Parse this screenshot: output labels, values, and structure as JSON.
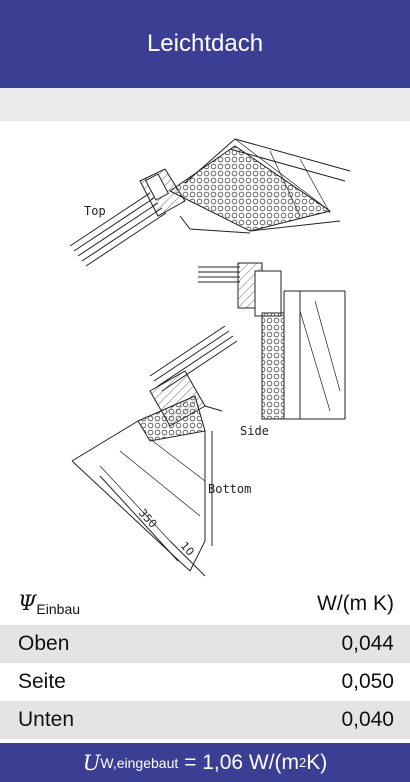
{
  "header": {
    "title": "Leichtdach"
  },
  "colors": {
    "header": "#3b3f93",
    "subbar": "#ebebeb",
    "row_alt": "#e4e4e4",
    "footer": "#3b3f93"
  },
  "figure": {
    "labels": {
      "top": "Top",
      "side": "Side",
      "bottom": "Bottom"
    },
    "dims": {
      "d350": "350",
      "d10": "10"
    }
  },
  "table": {
    "header": {
      "symbol": "Ψ",
      "subscript": "Einbau",
      "unit": "W/(m K)"
    },
    "rows": [
      {
        "label": "Oben",
        "value": "0,044"
      },
      {
        "label": "Seite",
        "value": "0,050"
      },
      {
        "label": "Unten",
        "value": "0,040"
      }
    ]
  },
  "footer": {
    "symbol": "U",
    "subscript": "W,eingebaut",
    "equals": "= 1,06 W/(m",
    "exponent": "2",
    "close": " K)"
  }
}
